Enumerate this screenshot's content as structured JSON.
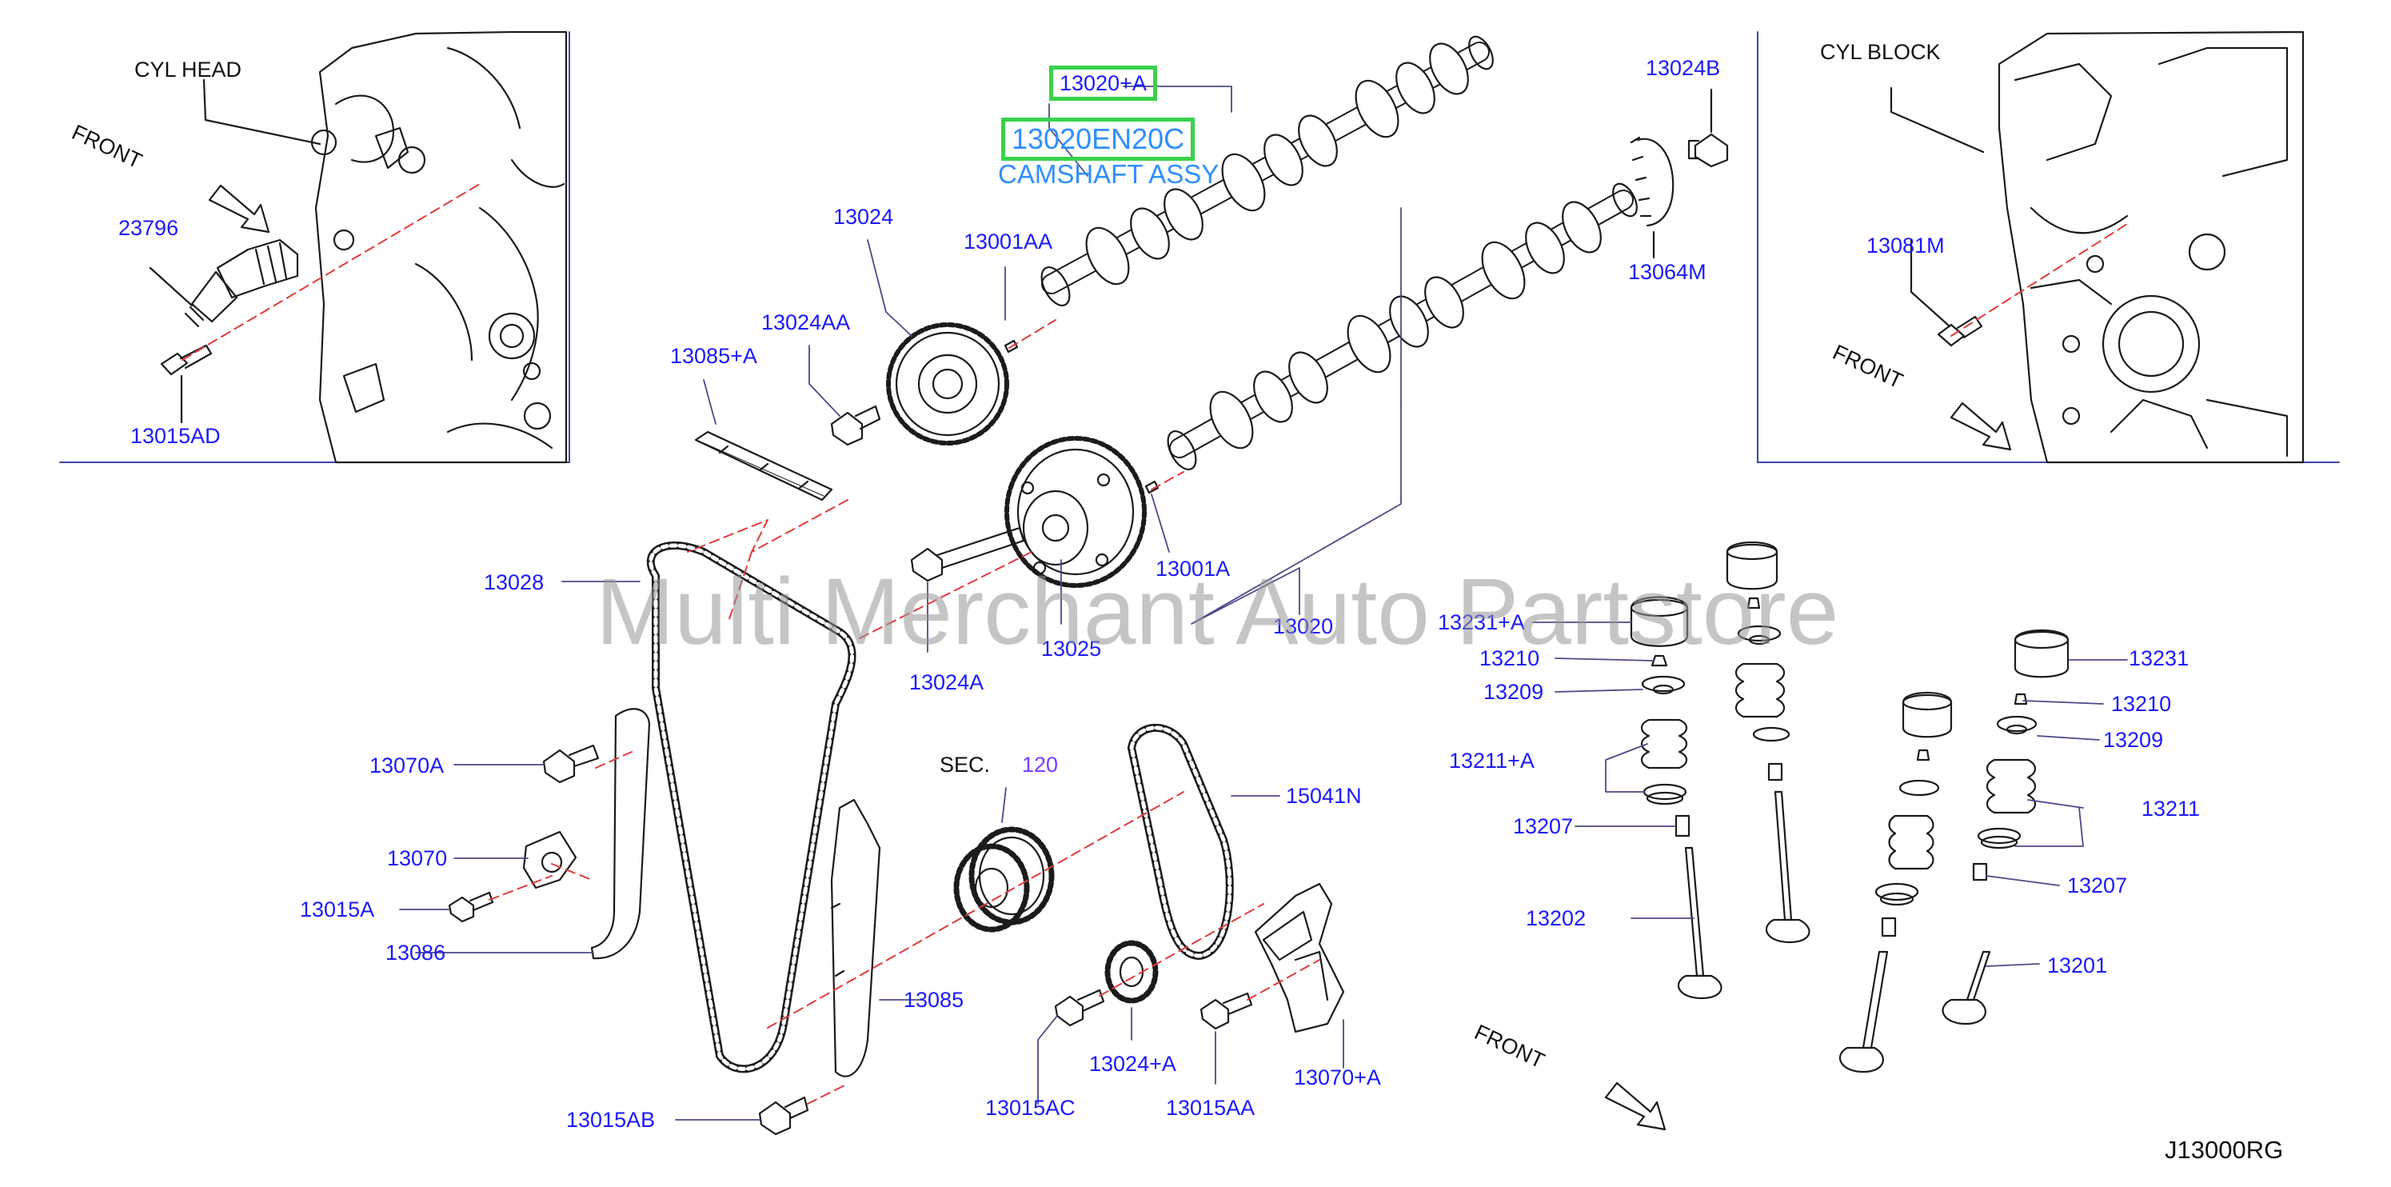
{
  "diagram": {
    "watermark": "Multi Merchant Auto Partstore",
    "drawing_code": "J13000RG",
    "highlighted": {
      "part_a": "13020+A",
      "part_b": "13020EN20C",
      "name": "CAMSHAFT ASSY"
    },
    "notes": {
      "cyl_head": "CYL   HEAD",
      "cyl_block": "CYL   BLOCK",
      "front": "FRONT",
      "sec": "SEC.",
      "sec_num": "120"
    },
    "parts": {
      "p23796": "23796",
      "p13015AD": "13015AD",
      "p13024B": "13024B",
      "p13064M": "13064M",
      "p13081M": "13081M",
      "p13024": "13024",
      "p13001AA": "13001AA",
      "p13024AA": "13024AA",
      "p13085A": "13085+A",
      "p13028": "13028",
      "p13001A": "13001A",
      "p13020": "13020",
      "p13024A": "13024A",
      "p13025": "13025",
      "p13231A": "13231+A",
      "p13210a": "13210",
      "p13209a": "13209",
      "p13211A": "13211+A",
      "p13207a": "13207",
      "p13202": "13202",
      "p13231": "13231",
      "p13210b": "13210",
      "p13209b": "13209",
      "p13211": "13211",
      "p13207b": "13207",
      "p13201": "13201",
      "p13070A": "13070A",
      "p13070": "13070",
      "p13015A": "13015A",
      "p13086": "13086",
      "p15041N": "15041N",
      "p13085": "13085",
      "p13015AB": "13015AB",
      "p13015AC": "13015AC",
      "p13024plusA": "13024+A",
      "p13015AA": "13015AA",
      "p13070plusA": "13070+A"
    }
  }
}
